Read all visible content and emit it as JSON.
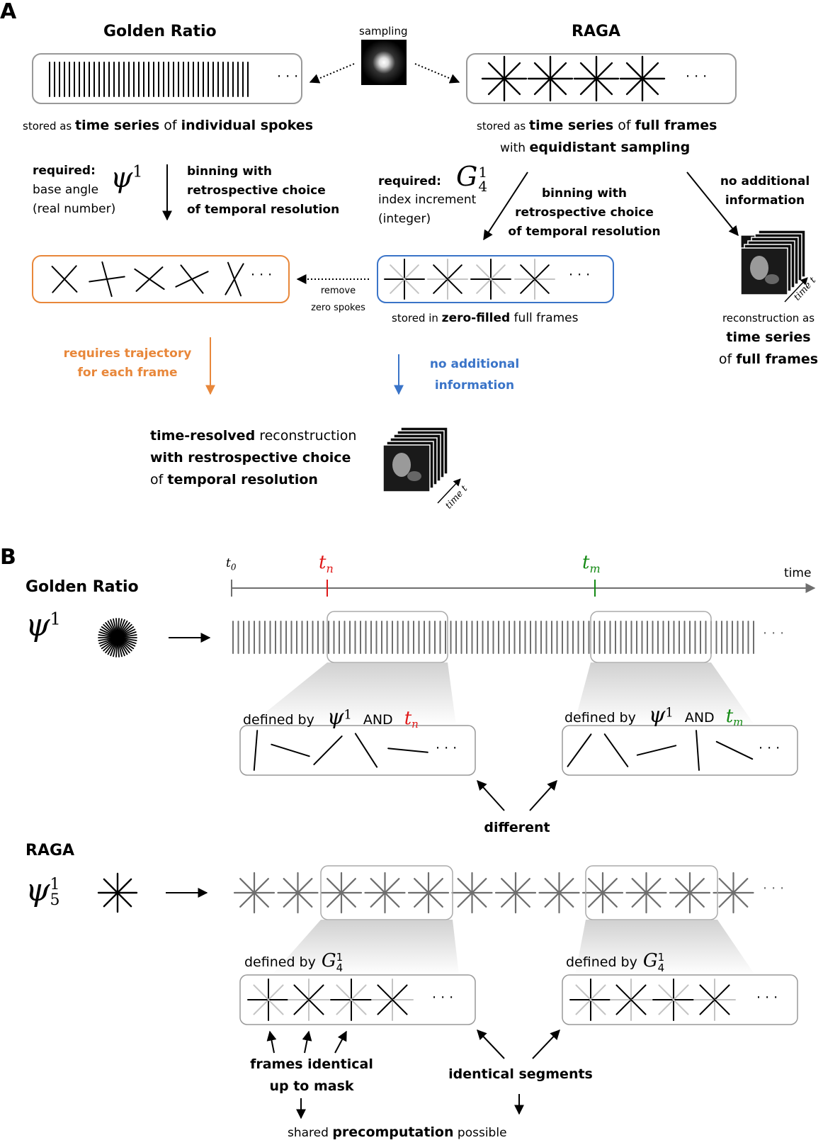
{
  "panel_a": {
    "section_label": "A",
    "gr_title": "Golden Ratio",
    "raga_title": "RAGA",
    "sampling_label": "sampling",
    "gr_stored": {
      "p1": "stored as ",
      "b1": "time series",
      "p2": " of ",
      "b2": "individual spokes"
    },
    "raga_stored": {
      "p1": "stored as ",
      "b1": "time series",
      "p2": " of ",
      "b2": "full frames"
    },
    "raga_stored2": {
      "p1": "with ",
      "b1": "equidistant sampling"
    },
    "gr_required": {
      "label": "required:",
      "line2": "base angle",
      "line3": "(real number)",
      "symbol": "ψ",
      "sup": "1"
    },
    "gr_binning": [
      "binning with",
      "retrospective choice",
      "of temporal resolution"
    ],
    "raga_required": {
      "label": "required:",
      "line2": "index increment",
      "line3": "(integer)",
      "symbol": "G",
      "sup": "1",
      "sub": "4"
    },
    "raga_binning": [
      "binning with",
      "retrospective choice",
      "of temporal resolution"
    ],
    "no_add_info_black": [
      "no additional",
      "information"
    ],
    "remove_zero": [
      "remove",
      "zero spokes"
    ],
    "zero_filled": {
      "p1": "stored in ",
      "b1": "zero-filled",
      "p2": " full frames"
    },
    "recon_as": "reconstruction as",
    "recon_b1": "time series",
    "recon_p2": "of ",
    "recon_b2": "full frames",
    "requires_traj": [
      "requires trajectory",
      "for each frame"
    ],
    "no_add_info_blue": [
      "no additional",
      "information"
    ],
    "time_resolved": {
      "b1": "time-resolved",
      "p1": " reconstruction",
      "b2": "with restrospective choice",
      "p2": "of ",
      "b3": "temporal resolution"
    },
    "time_t": "time t",
    "ellipsis": "· · ·"
  },
  "panel_b": {
    "section_label": "B",
    "gr_title": "Golden Ratio",
    "raga_title": "RAGA",
    "gr_symbol": "ψ",
    "gr_sup": "1",
    "raga_symbol": "ψ",
    "raga_sup": "1",
    "raga_sub": "5",
    "t0": "t",
    "t0_sub": "0",
    "tn": "t",
    "tn_sub": "n",
    "tm": "t",
    "tm_sub": "m",
    "time_label": "time",
    "defined_by": "defined by",
    "and": "AND",
    "G": "G",
    "G_sup": "1",
    "G_sub": "4",
    "different": "different",
    "frames_identical": [
      "frames identical",
      "up to mask"
    ],
    "identical_segments": "identical segments",
    "shared": {
      "p1": "shared ",
      "b1": "precomputation",
      "p2": " possible"
    },
    "ellipsis": "· · ·"
  },
  "colors": {
    "orange": "#e8873a",
    "blue": "#3a74c8",
    "red": "#e01818",
    "green": "#148a14",
    "gray": "#6e6e6e",
    "light": "#c4c4c4"
  }
}
